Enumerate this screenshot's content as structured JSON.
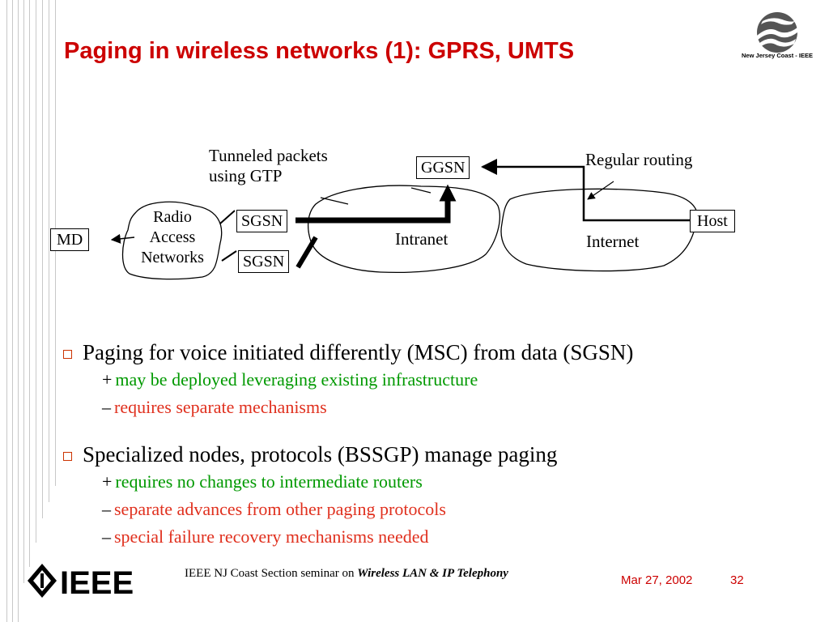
{
  "slide": {
    "title": "Paging in wireless networks (1): GPRS, UMTS"
  },
  "logo": {
    "org": "New Jersey Coast - IEEE"
  },
  "diagram": {
    "tunnel_label_line1": "Tunneled packets",
    "tunnel_label_line2": "using GTP",
    "routing_label": "Regular routing",
    "md": "MD",
    "ran_line1": "Radio",
    "ran_line2": "Access",
    "ran_line3": "Networks",
    "sgsn_top": "SGSN",
    "sgsn_bottom": "SGSN",
    "ggsn": "GGSN",
    "intranet": "Intranet",
    "internet": "Internet",
    "host": "Host"
  },
  "bullets": [
    {
      "text": "Paging for voice initiated differently (MSC) from data (SGSN)",
      "pro_sym": "+",
      "pro": "may be deployed leveraging existing infrastructure",
      "con_sym": "–",
      "con": "requires separate mechanisms"
    },
    {
      "text": "Specialized nodes, protocols (BSSGP) manage paging",
      "pro_sym": "+",
      "pro": "requires no changes to intermediate routers",
      "con_sym": "–",
      "con1": "separate advances from other paging protocols",
      "con2": "special failure recovery mechanisms needed"
    }
  ],
  "footer": {
    "seminar_prefix": "IEEE NJ Coast Section seminar on ",
    "seminar_topic": "Wireless LAN & IP Telephony",
    "date": "Mar 27, 2002",
    "page": "32",
    "ieee_logo": "IEEE"
  },
  "colors": {
    "title": "#cc0000",
    "pro": "#009900",
    "con": "#e0301e"
  }
}
